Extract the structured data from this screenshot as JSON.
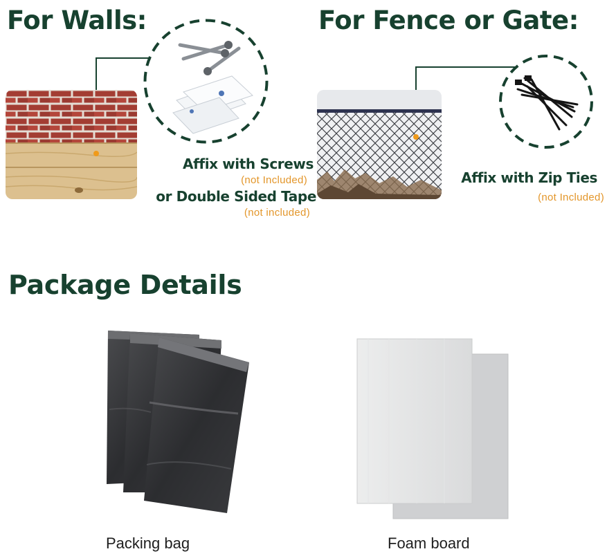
{
  "walls": {
    "title": "For Walls:",
    "caption_line1": "Affix with Screws",
    "note1": "(not Included)",
    "caption_line2": "or Double Sided Tape",
    "note2": "(not included)"
  },
  "fence": {
    "title": "For Fence or Gate:",
    "caption": "Affix with Zip Ties",
    "note": "(not Included)"
  },
  "package": {
    "title": "Package Details",
    "items": [
      {
        "label": "Packing bag"
      },
      {
        "label": "Foam board"
      }
    ]
  },
  "colors": {
    "brand_green": "#17412f",
    "accent_orange": "#e3962a"
  }
}
